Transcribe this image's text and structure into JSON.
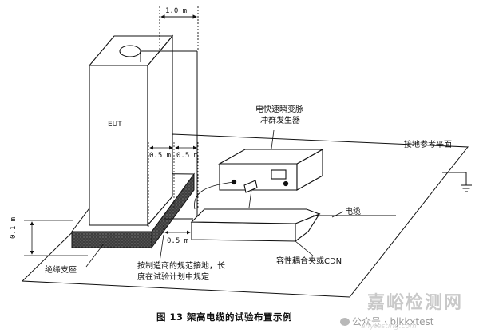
{
  "labels": {
    "dim_top": "1.0 m",
    "generator_line1": "电快速瞬变脉",
    "generator_line2": "冲群发生器",
    "eut": "EUT",
    "ground_plane": "接地参考平面",
    "dim_left": "0.5 m",
    "dim_right": "0.5 m",
    "cable": "电缆",
    "height": "0.1 m",
    "dim_bottom": "0.5 m",
    "support": "绝缘支座",
    "grounding_note_line1": "按制造商的规范接地，长",
    "grounding_note_line2": "度在试验计划中规定",
    "clamp": "容性耦合夹或CDN"
  },
  "caption": "图 13  架高电缆的试验布置示例",
  "watermark": {
    "brand": "嘉峪检测网",
    "account": "公众号 · bjkkxtest",
    "url": "anytesting.com"
  },
  "colors": {
    "line": "#111111",
    "support_fill": "#4a4a4a",
    "support_dots": "#8a8a8a",
    "eut_fill": "#ffffff"
  }
}
